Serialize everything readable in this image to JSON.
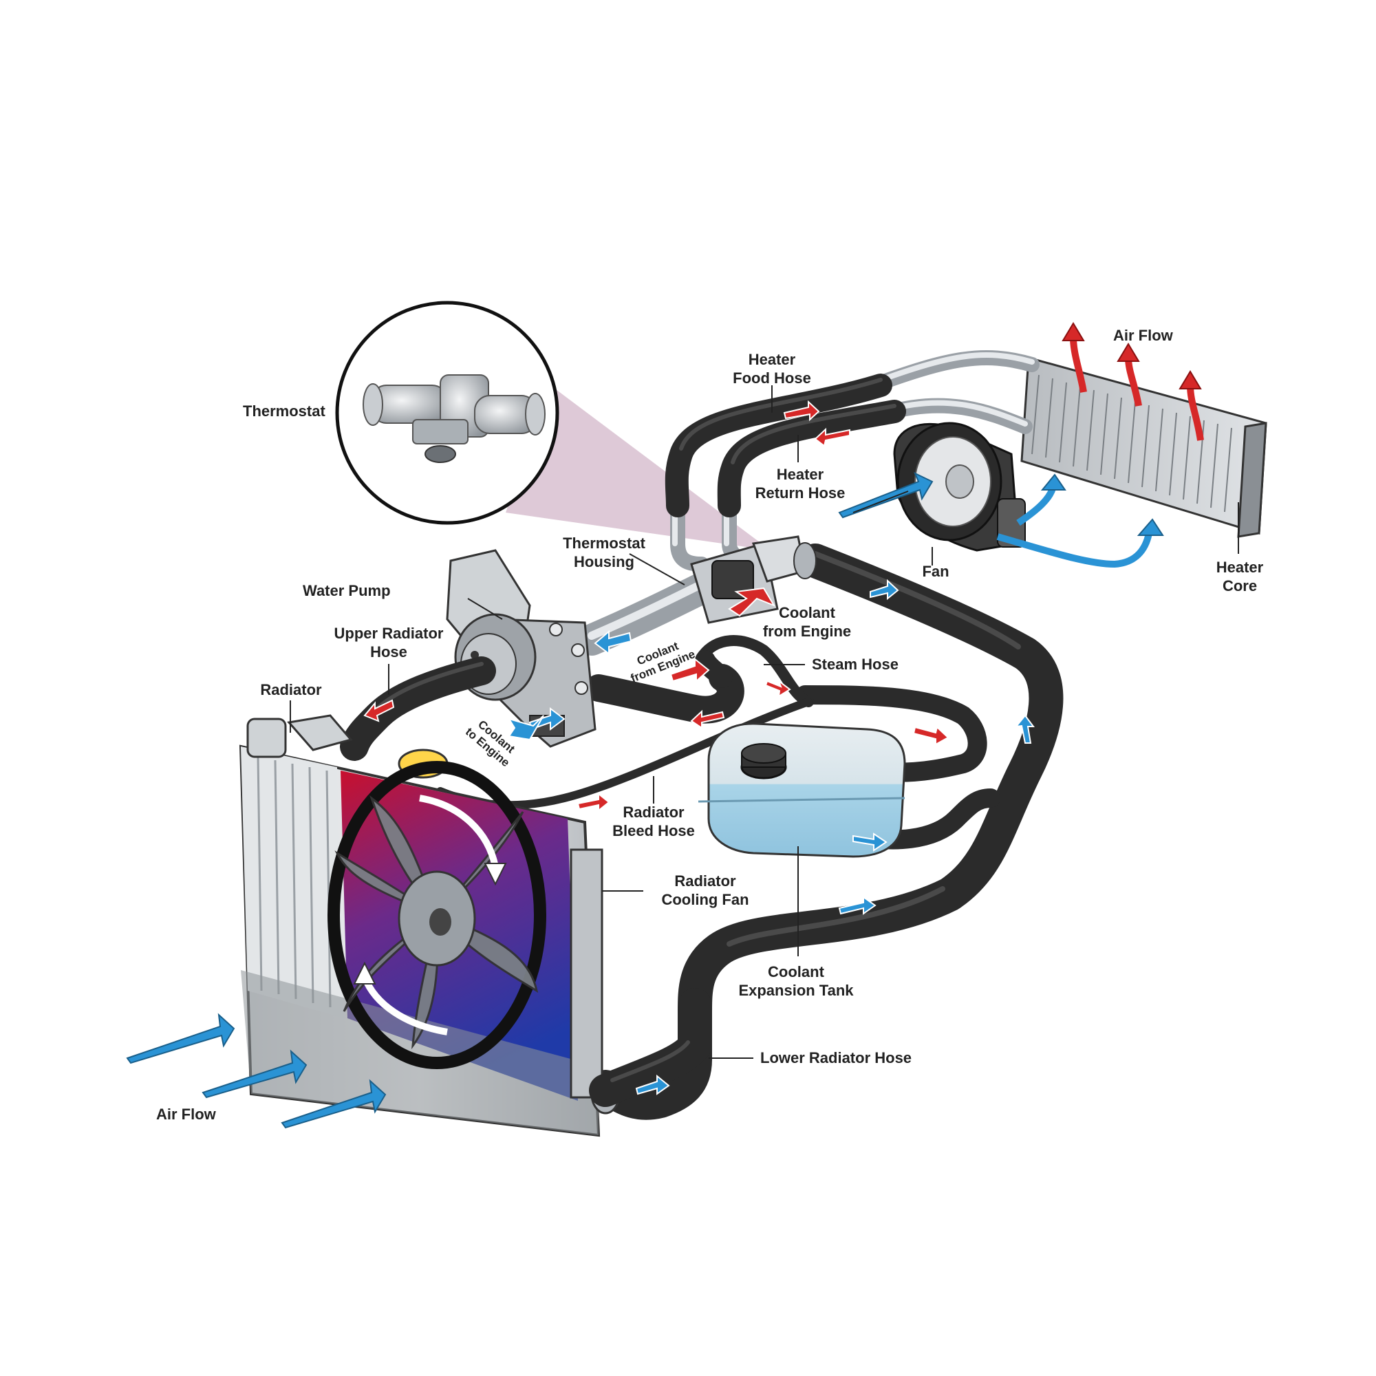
{
  "labels": {
    "thermostat": "Thermostat",
    "air_flow_top": "Air Flow",
    "heater_food_hose_1": "Heater",
    "heater_food_hose_2": "Food Hose",
    "heater_return_hose_1": "Heater",
    "heater_return_hose_2": "Return Hose",
    "thermostat_housing_1": "Thermostat",
    "thermostat_housing_2": "Housing",
    "water_pump": "Water Pump",
    "fan": "Fan",
    "heater_core_1": "Heater",
    "heater_core_2": "Core",
    "coolant_from_engine_1": "Coolant",
    "coolant_from_engine_2": "from Engine",
    "upper_radiator_hose_1": "Upper Radiator",
    "upper_radiator_hose_2": "Hose",
    "coolant_from_engine_small_1": "Coolant",
    "coolant_from_engine_small_2": "from Engine",
    "steam_hose": "Steam Hose",
    "radiator": "Radiator",
    "coolant_to_engine_1": "Coolant",
    "coolant_to_engine_2": "to Engine",
    "radiator_bleed_hose_1": "Radiator",
    "radiator_bleed_hose_2": "Bleed Hose",
    "radiator_cooling_fan_1": "Radiator",
    "radiator_cooling_fan_2": "Cooling Fan",
    "coolant_expansion_tank_1": "Coolant",
    "coolant_expansion_tank_2": "Expansion Tank",
    "lower_radiator_hose": "Lower Radiator Hose",
    "air_flow_bottom": "Air Flow"
  },
  "colors": {
    "hot_arrow": "#d62828",
    "cold_arrow": "#2a93d5",
    "hose": "#2b2b2b",
    "radiator_hot": "#c8102e",
    "radiator_cold": "#1f3aa8",
    "tank": "#a9d4e8",
    "thermostat_zoom": "#d8bfd0"
  }
}
